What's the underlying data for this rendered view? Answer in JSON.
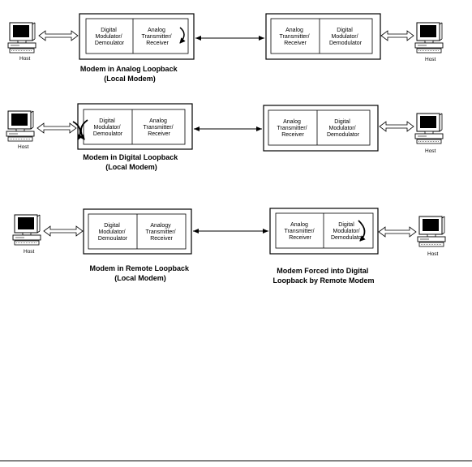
{
  "hosts": {
    "label": "Host",
    "icon": "desktop-computer-icon"
  },
  "modems": {
    "digital_block": [
      "Digital",
      "Modulator/",
      "Demoulator"
    ],
    "digital_block_right": [
      "Digital",
      "Modulator/",
      "Demodulator"
    ],
    "analog_block": [
      "Analog",
      "Transmitter/",
      "Receiver"
    ],
    "analog_block_alt": [
      "Analogy",
      "Transmitter/",
      "Receiver"
    ]
  },
  "captions": {
    "analog_loopback": [
      "Modem in Analog Loopback",
      "(Local Modem)"
    ],
    "digital_loopback": [
      "Modem in Digital Loopback",
      "(Local Modem)"
    ],
    "remote_loopback": [
      "Modem in Remote Loopback",
      "(Local Modem)"
    ],
    "forced_digital": [
      "Modem Forced into Digital",
      "Loopback by Remote Modem"
    ]
  },
  "colors": {
    "line": "#000000",
    "screen": "#000000",
    "background": "#ffffff"
  }
}
